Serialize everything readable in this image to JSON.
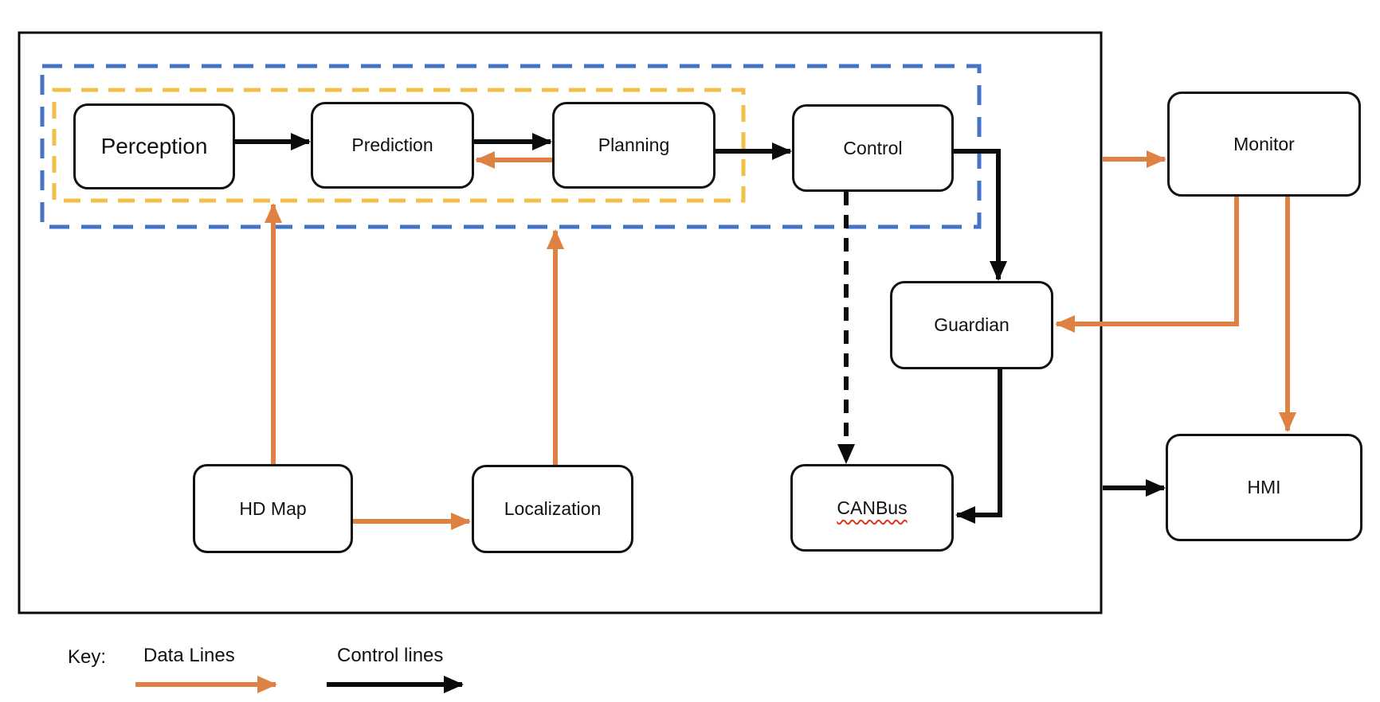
{
  "colors": {
    "background": "#FFFFFF",
    "box_border": "#111111",
    "control_line": "#0B0B0B",
    "data_line": "#DE8244",
    "autonomy_group_border": "#4472C4",
    "planning_group_border": "#F2BF49",
    "spellcheck_underline": "#E0341B"
  },
  "nodes": {
    "perception": {
      "label": "Perception"
    },
    "prediction": {
      "label": "Prediction"
    },
    "planning": {
      "label": "Planning"
    },
    "control": {
      "label": "Control"
    },
    "monitor": {
      "label": "Monitor"
    },
    "guardian": {
      "label": "Guardian"
    },
    "hd_map": {
      "label": "HD Map"
    },
    "localization": {
      "label": "Localization"
    },
    "canbus": {
      "label": "CANBus"
    },
    "hmi": {
      "label": "HMI"
    }
  },
  "key": {
    "title": "Key:",
    "data_lines_label": "Data Lines",
    "control_lines_label": "Control lines"
  }
}
